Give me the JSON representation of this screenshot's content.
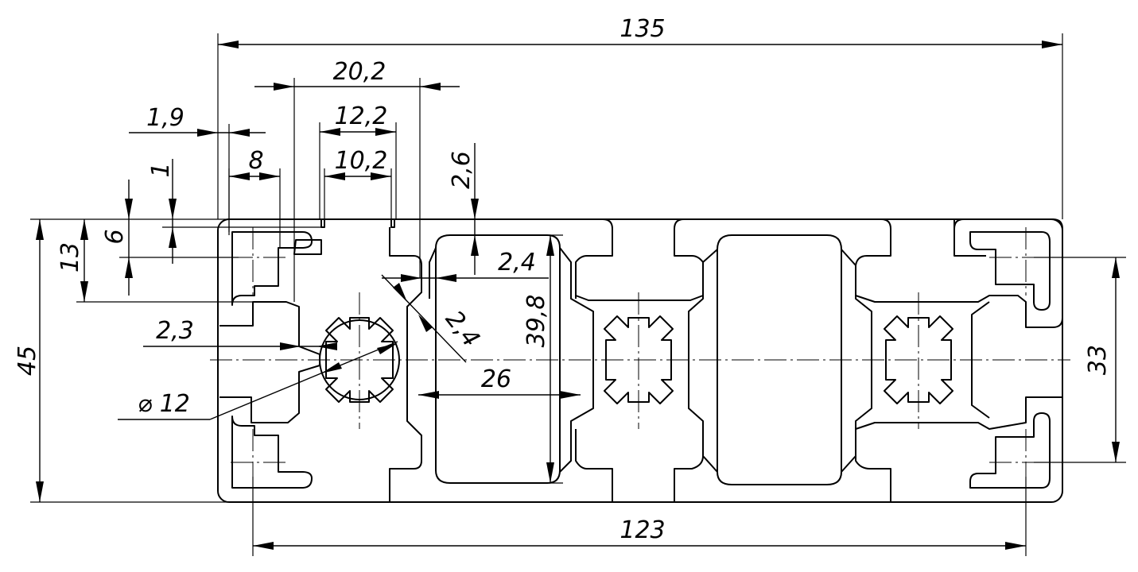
{
  "drawing": {
    "dimensions": {
      "overall_width": "135",
      "hole_spacing": "123",
      "height": "45",
      "hole_vertical_spacing": "33",
      "slot_outer_width": "20,2",
      "slot_inner_width": "12,2",
      "slot_opening": "10,2",
      "wall_thickness_1_9": "1,9",
      "flange_width_8": "8",
      "step_1": "1",
      "depth_6": "6",
      "depth_13": "13",
      "wall_2_6": "2,6",
      "wall_2_4_horizontal": "2,4",
      "wall_2_4_diagonal": "2,4",
      "wall_2_3": "2,3",
      "bore_diameter": "⌀ 12",
      "cavity_height": "39,8",
      "cavity_width": "26"
    }
  }
}
